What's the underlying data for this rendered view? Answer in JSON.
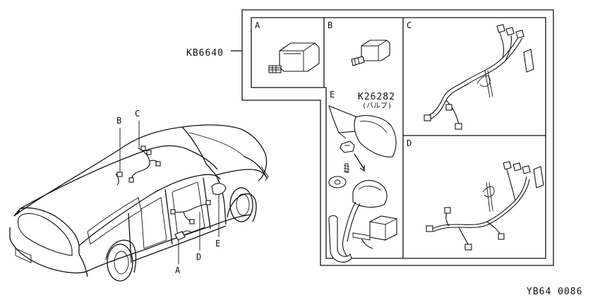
{
  "part_codes": {
    "kit": "KB6640",
    "valve_kit": "K26282",
    "valve_note": "(バルブ)"
  },
  "panel_labels": {
    "a": "A",
    "b": "B",
    "c": "C",
    "d": "D",
    "e": "E"
  },
  "car_callouts": {
    "a": "A",
    "b": "B",
    "c": "C",
    "d": "D",
    "e": "E"
  },
  "diagram_id": "YB64 0086"
}
